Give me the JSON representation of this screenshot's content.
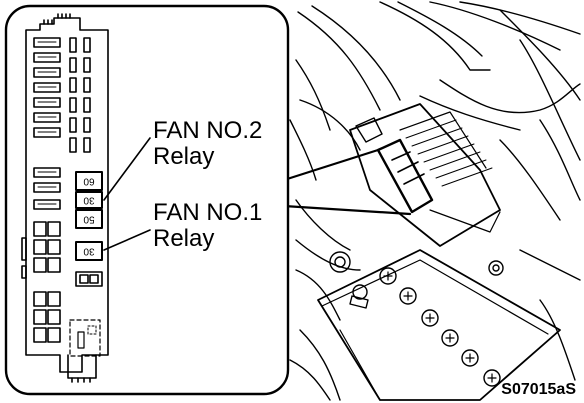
{
  "callouts": [
    {
      "line1": "FAN NO.2",
      "line2": "Relay"
    },
    {
      "line1": "FAN NO.1",
      "line2": "Relay"
    }
  ],
  "fuse_labels": {
    "fuse_60": "60",
    "fuse_30_upper": "30",
    "fuse_50": "50",
    "fuse_30_lower": "30"
  },
  "figure_code": "S07015aS"
}
